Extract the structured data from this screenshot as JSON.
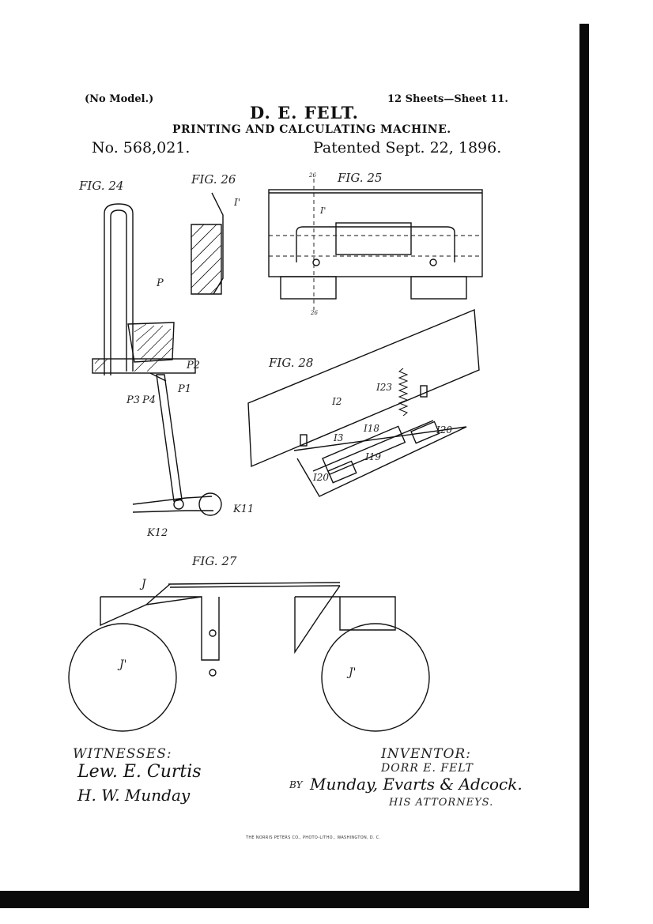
{
  "header": {
    "model": "(No Model.)",
    "sheets": "12 Sheets—Sheet 11.",
    "inventor": "D. E. FELT.",
    "title": "PRINTING AND CALCULATING MACHINE.",
    "patent_number": "No. 568,021.",
    "patented": "Patented Sept. 22, 1896."
  },
  "figures": {
    "fig24": {
      "title": "FIG. 24",
      "labels": [
        "P",
        "P2",
        "P3",
        "P4",
        "P1",
        "K11",
        "K12"
      ]
    },
    "fig26": {
      "title": "FIG. 26",
      "labels": [
        "I'"
      ]
    },
    "fig25": {
      "title": "FIG. 25",
      "labels": [
        "I'",
        "26",
        "26"
      ]
    },
    "fig28": {
      "title": "FIG. 28",
      "labels": [
        "I2",
        "I23",
        "I18",
        "I3",
        "I20",
        "I19",
        "I20"
      ]
    },
    "fig27": {
      "title": "FIG. 27",
      "labels": [
        "J",
        "J'",
        "J'"
      ]
    }
  },
  "signatures": {
    "witnesses_label": "WITNESSES:",
    "witness_1": "Lew. E. Curtis",
    "witness_2": "H. W. Munday",
    "inventor_label": "INVENTOR:",
    "inventor_name": "DORR E. FELT",
    "attorneys_by": "Munday, Evarts & Adcock.",
    "attorneys_label": "HIS ATTORNEYS."
  },
  "footer": {
    "printer": "THE NORRIS PETERS CO., PHOTO-LITHO., WASHINGTON, D. C."
  }
}
